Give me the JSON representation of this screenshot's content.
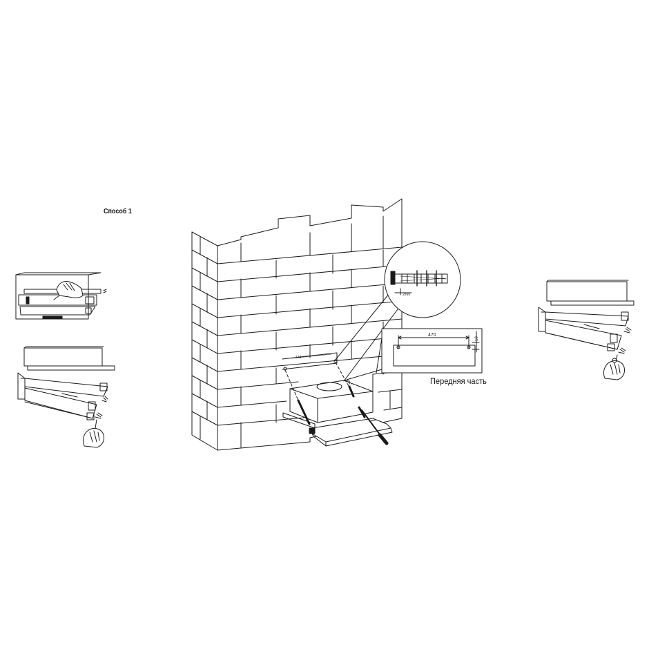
{
  "labels": {
    "method": "Способ 1",
    "front_part": "Передняя часть",
    "width_dimension": "470",
    "height_dimension": "10",
    "gap_dimension": "2mm",
    "hood_dimension": "470"
  },
  "icons": {
    "wall": "brick-wall-icon",
    "hood": "range-hood-icon",
    "screw": "screw-icon",
    "hand": "hand-icon",
    "detail": "dowel-detail-icon"
  },
  "colors": {
    "line": "#1a1a1a",
    "background": "#ffffff"
  }
}
